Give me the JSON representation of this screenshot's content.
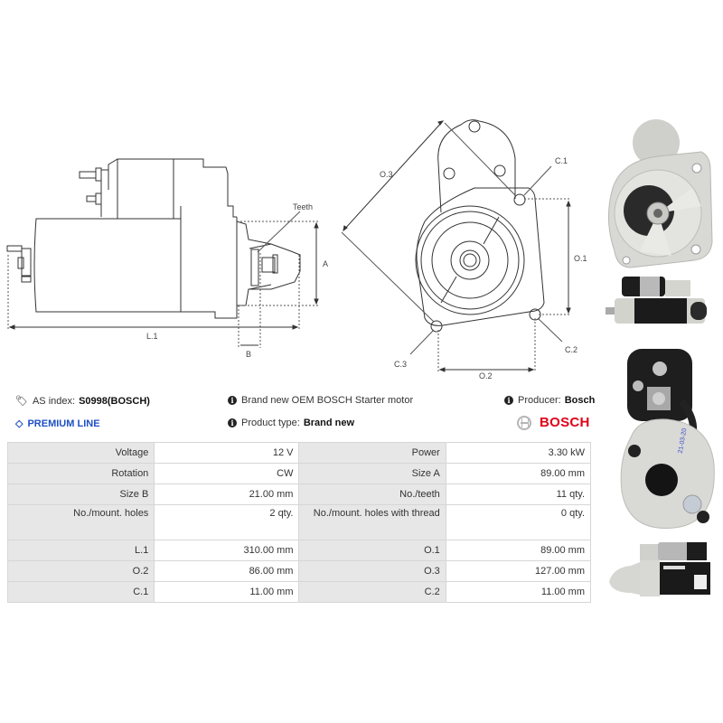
{
  "diagrams": {
    "side_view": {
      "labels": {
        "teeth": "Teeth",
        "a": "A",
        "b": "B",
        "l1": "L.1"
      }
    },
    "front_view": {
      "labels": {
        "o1": "O.1",
        "o2": "O.2",
        "o3": "O.3",
        "c1": "C.1",
        "c2": "C.2",
        "c3": "C.3"
      }
    }
  },
  "info": {
    "as_index_label": "AS index:",
    "as_index_value": "S0998(BOSCH)",
    "premium_line": "PREMIUM LINE",
    "description": "Brand new OEM BOSCH Starter motor",
    "product_type_label": "Product type:",
    "product_type_value": "Brand new",
    "producer_label": "Producer:",
    "producer_value": "Bosch",
    "brand_logo_text": "BOSCH"
  },
  "colors": {
    "premium_blue": "#1f4fc4",
    "bosch_red": "#e2001a",
    "label_cell_bg": "#e7e7e7",
    "border": "#d6d6d6"
  },
  "specs": {
    "rows": [
      {
        "l1": "Voltage",
        "v1": "12 V",
        "l2": "Power",
        "v2": "3.30 kW"
      },
      {
        "l1": "Rotation",
        "v1": "CW",
        "l2": "Size A",
        "v2": "89.00 mm"
      },
      {
        "l1": "Size B",
        "v1": "21.00 mm",
        "l2": "No./teeth",
        "v2": "11 qty."
      },
      {
        "l1": "No./mount. holes",
        "v1": "2 qty.",
        "l2": "No./mount. holes with thread",
        "v2": "0 qty."
      },
      {
        "l1": "L.1",
        "v1": "310.00 mm",
        "l2": "O.1",
        "v2": "89.00 mm"
      },
      {
        "l1": "O.2",
        "v1": "86.00 mm",
        "l2": "O.3",
        "v2": "127.00 mm"
      },
      {
        "l1": "C.1",
        "v1": "11.00 mm",
        "l2": "C.2",
        "v2": "11.00 mm"
      }
    ]
  },
  "photos": [
    {
      "name": "front-flange-photo"
    },
    {
      "name": "side-photo-1"
    },
    {
      "name": "rear-solenoid-photo"
    },
    {
      "name": "side-photo-2"
    }
  ]
}
